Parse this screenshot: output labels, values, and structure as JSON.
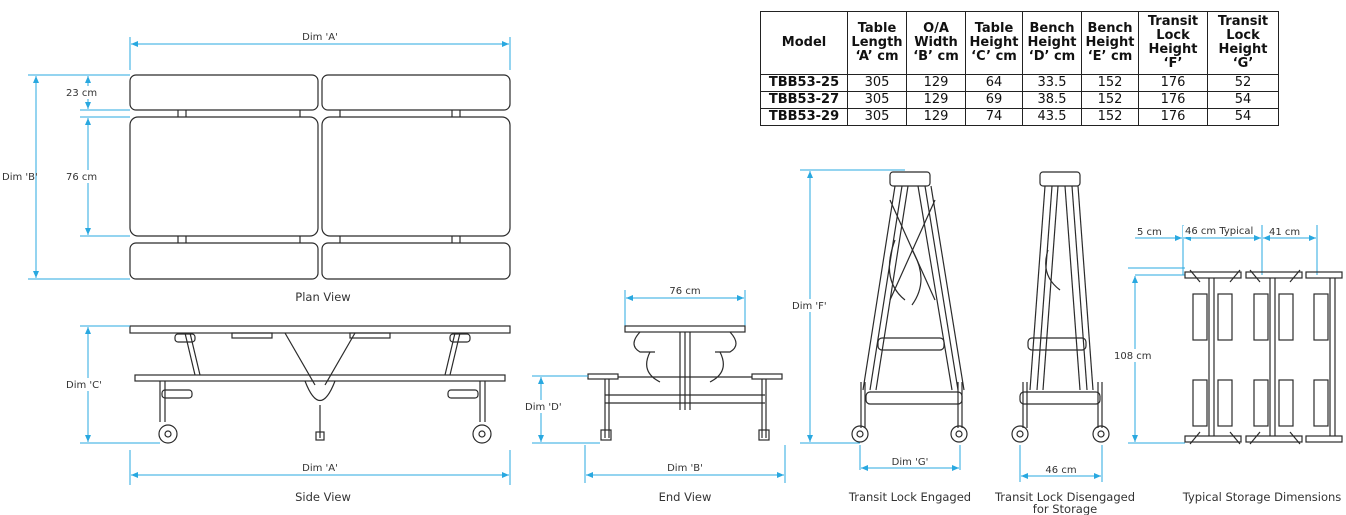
{
  "table": {
    "headers": [
      "Model",
      "Table Length ‘A’ cm",
      "O/A Width ‘B’ cm",
      "Table Height ‘C’ cm",
      "Bench Height ‘D’ cm",
      "Bench Height ‘E’ cm",
      "Transit Lock Height ‘F’",
      "Transit Lock Height ‘G’"
    ],
    "rows": [
      [
        "TBB53-25",
        "305",
        "129",
        "64",
        "33.5",
        "152",
        "176",
        "52"
      ],
      [
        "TBB53-27",
        "305",
        "129",
        "69",
        "38.5",
        "152",
        "176",
        "54"
      ],
      [
        "TBB53-29",
        "305",
        "129",
        "74",
        "43.5",
        "152",
        "176",
        "54"
      ]
    ]
  },
  "plan": {
    "dim_a": "Dim 'A'",
    "dim_b": "Dim 'B'",
    "bench_width": "23 cm",
    "table_width": "76 cm",
    "caption": "Plan View"
  },
  "side": {
    "dim_c": "Dim 'C'",
    "dim_a": "Dim 'A'",
    "caption": "Side View"
  },
  "end": {
    "top_width": "76 cm",
    "dim_d": "Dim 'D'",
    "dim_b": "Dim 'B'",
    "caption": "End View"
  },
  "transit": {
    "dim_f": "Dim 'F'",
    "dim_g": "Dim 'G'",
    "disengaged_width": "46 cm",
    "caption_engaged": "Transit Lock Engaged",
    "caption_disengaged_1": "Transit Lock Disengaged",
    "caption_disengaged_2": "for Storage"
  },
  "storage": {
    "gap": "5 cm",
    "typical": "46 cm Typical",
    "spacing": "41 cm",
    "height": "108 cm",
    "caption": "Typical Storage Dimensions"
  },
  "colors": {
    "dimension_line": "#29a8e0",
    "linework": "#2b2b2b"
  }
}
